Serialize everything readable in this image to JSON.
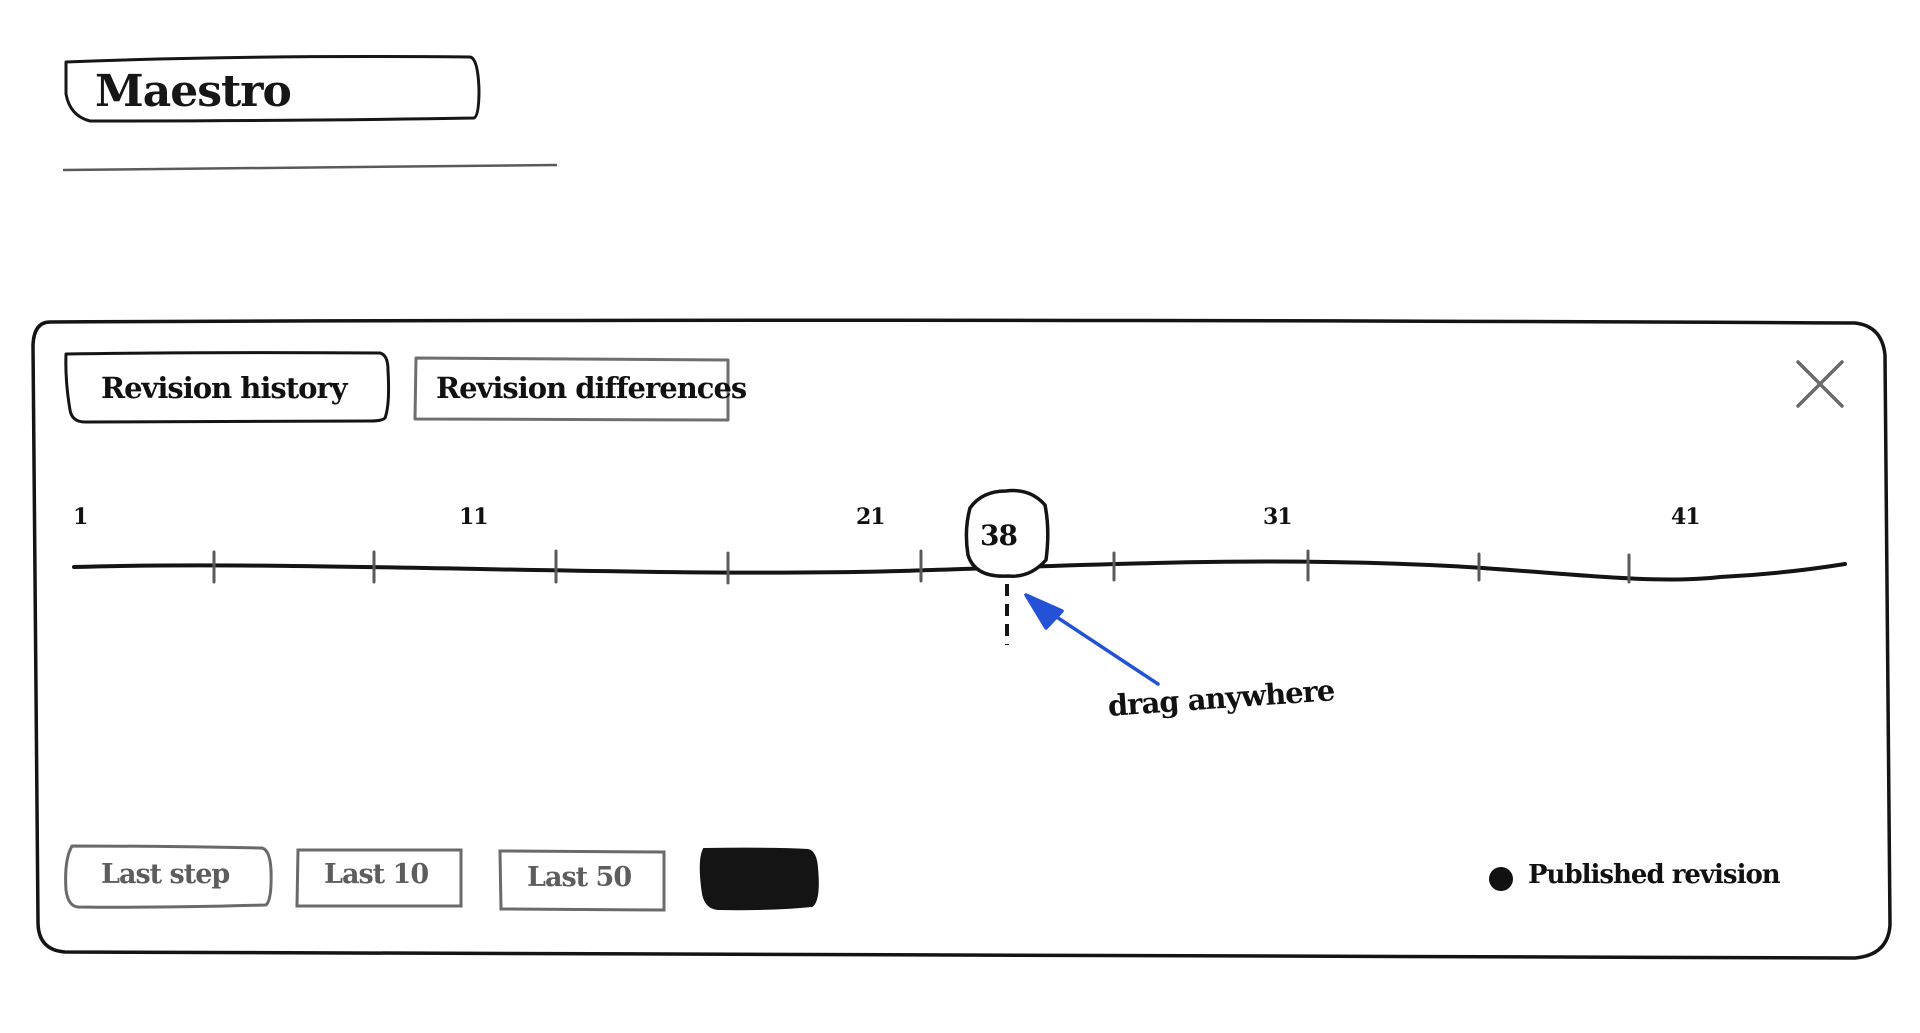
{
  "app": {
    "title": "Maestro"
  },
  "panel": {
    "tabs": [
      {
        "label": "Revision history",
        "state": "active"
      },
      {
        "label": "Revision differences",
        "state": "inactive"
      }
    ],
    "close_icon": "close-icon"
  },
  "timeline": {
    "tick_labels": [
      "1",
      "11",
      "21",
      "31",
      "41"
    ],
    "current_revision": "38",
    "hint": "drag anywhere",
    "hint_arrow_color": "#2452d6"
  },
  "buttons": {
    "last_step": "Last step",
    "last_10": "Last 10",
    "last_50": "Last 50",
    "filled_button_color": "#141414"
  },
  "legend": {
    "published_label": "Published revision",
    "marker_color": "#111111"
  }
}
